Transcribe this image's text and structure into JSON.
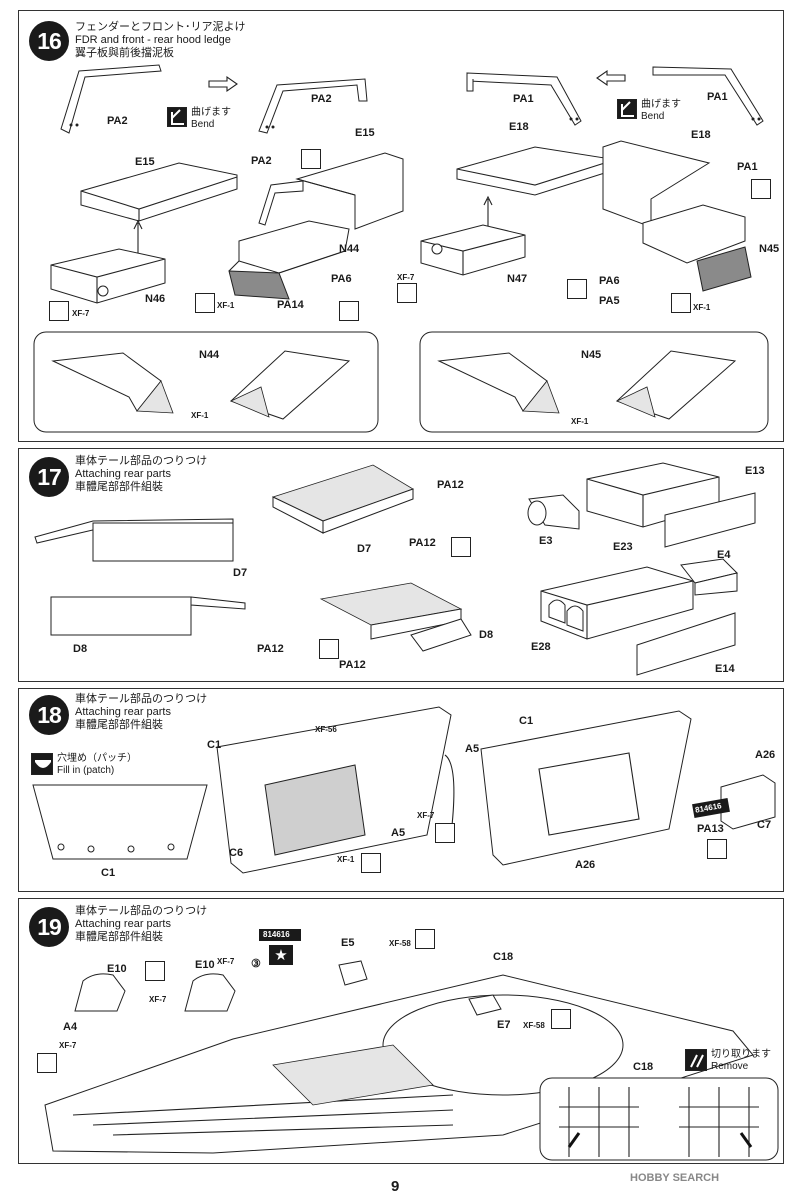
{
  "steps": [
    {
      "number": "16",
      "title_jp": "フェンダーとフロント･リア泥よけ",
      "title_en": "FDR and front - rear hood ledge",
      "title_cn": "翼子板與前後擋泥板",
      "bend_jp": "曲げます",
      "bend_en": "Bend",
      "part_labels": [
        "PA2",
        "PA2",
        "E15",
        "E15",
        "PA2",
        "N46",
        "N44",
        "PA6",
        "PA14",
        "PA1",
        "PA1",
        "E18",
        "E18",
        "PA1",
        "N47",
        "N45",
        "PA6",
        "PA5",
        "N44",
        "N45"
      ],
      "paint_codes": [
        "XF-7",
        "XF-1",
        "XF-7",
        "XF-1",
        "XF-1",
        "XF-1"
      ]
    },
    {
      "number": "17",
      "title_jp": "車体テール部品のつりつけ",
      "title_en": "Attaching rear parts",
      "title_cn": "車體尾部部件組裝",
      "part_labels": [
        "D7",
        "D8",
        "D7",
        "D8",
        "PA12",
        "PA12",
        "PA12",
        "PA12",
        "E13",
        "E3",
        "E23",
        "E4",
        "E28",
        "E14"
      ]
    },
    {
      "number": "18",
      "title_jp": "車体テール部品のつりつけ",
      "title_en": "Attaching rear parts",
      "title_cn": "車體尾部部件組裝",
      "fill_jp": "穴埋め（パッチ）",
      "fill_en": "Fill in (patch)",
      "part_labels": [
        "C1",
        "C1",
        "C1",
        "XF-56",
        "A5",
        "A5",
        "C6",
        "A26",
        "A26",
        "C7",
        "PA13"
      ],
      "decal_number": "814616",
      "paint_codes": [
        "XF-7",
        "XF-1"
      ]
    },
    {
      "number": "19",
      "title_jp": "車体テール部品のつりつけ",
      "title_en": "Attaching rear parts",
      "title_cn": "車體尾部部件組裝",
      "remove_jp": "切り取ります",
      "remove_en": "Remove",
      "decal_number": "814616",
      "decal_index": "③",
      "part_labels": [
        "E10",
        "E10",
        "A4",
        "E5",
        "E7",
        "C18",
        "C18"
      ],
      "paint_codes": [
        "XF-7",
        "XF-7",
        "XF-7",
        "XF-58",
        "XF-58"
      ]
    }
  ],
  "page_number": "9",
  "watermark": "HOBBY SEARCH"
}
